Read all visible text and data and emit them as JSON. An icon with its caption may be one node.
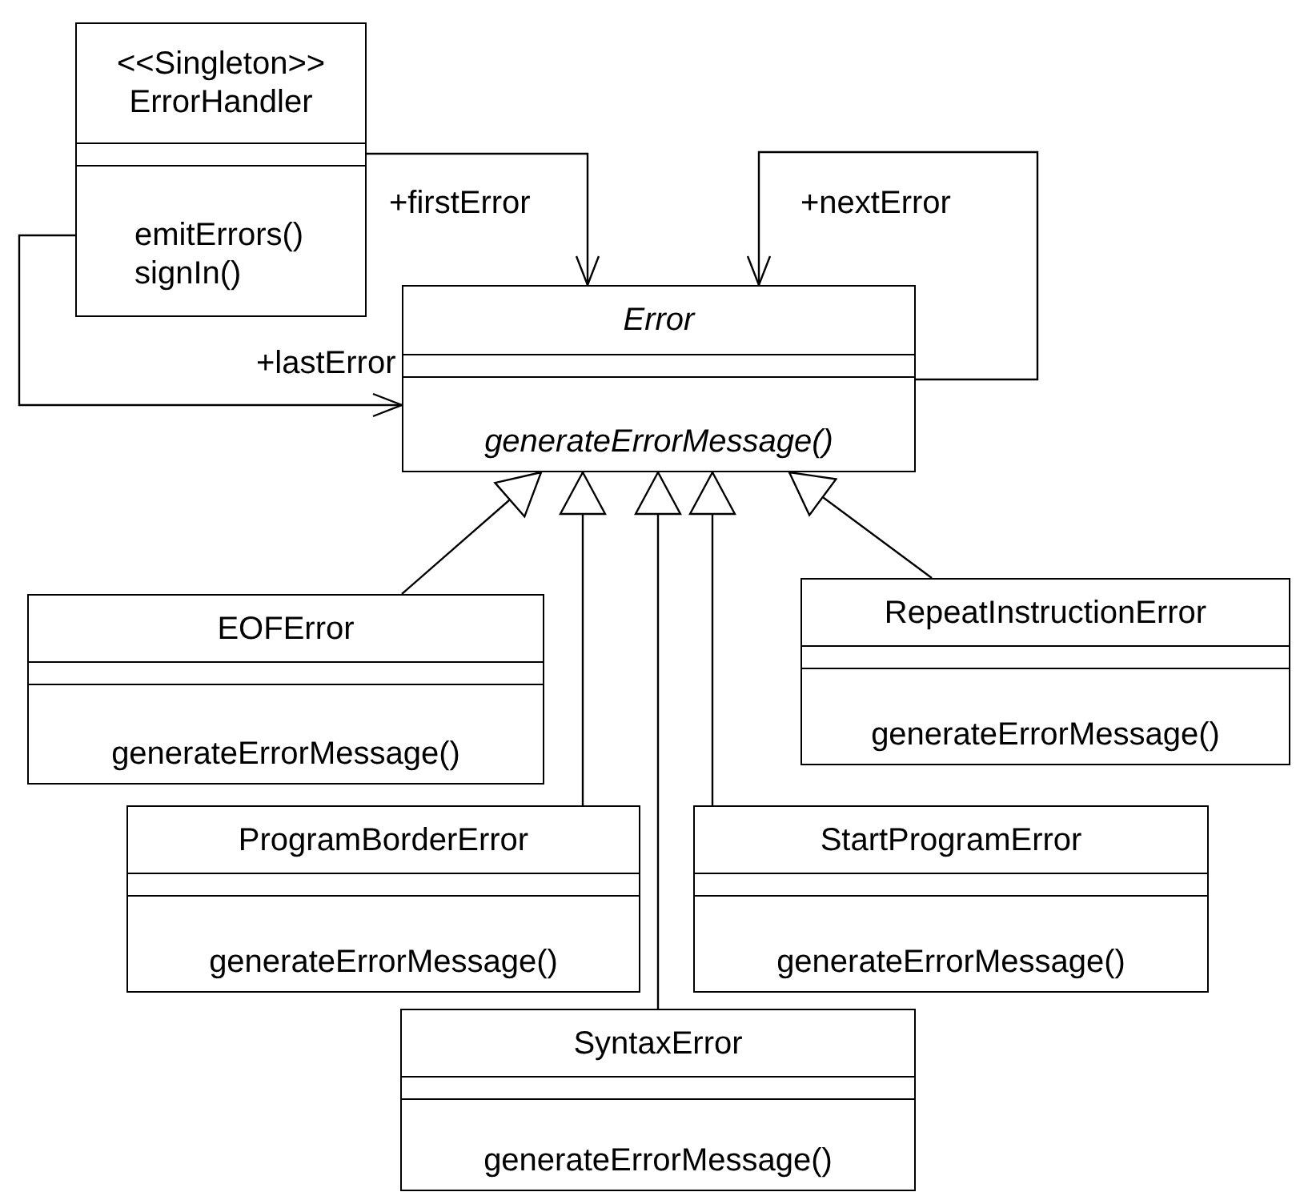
{
  "diagram": {
    "nodes": [
      {
        "text": [
          "<<Singleton>>",
          "ErrorHandler",
          "emitErrors()",
          "signIn()"
        ]
      },
      {
        "text": [
          "Error",
          "generateErrorMessage()"
        ]
      },
      {
        "text": [
          "EOFError",
          "generateErrorMessage()"
        ]
      },
      {
        "text": [
          "RepeatInstructionError",
          "generateErrorMessage()"
        ]
      },
      {
        "text": [
          "ProgramBorderError",
          "generateErrorMessage()"
        ]
      },
      {
        "text": [
          "StartProgramError",
          "generateErrorMessage()"
        ]
      },
      {
        "text": [
          "SyntaxError",
          "generateErrorMessage()"
        ]
      }
    ],
    "edges": [
      {
        "from": 0,
        "to": 1,
        "arrow": "to",
        "label": "+firstError"
      },
      {
        "from": 1,
        "to": 1,
        "arrow": "to",
        "label": "+nextError"
      },
      {
        "from": 0,
        "to": 1,
        "arrow": "to",
        "label": "+lastError"
      },
      {
        "from": 2,
        "to": 1,
        "arrow": "to"
      },
      {
        "from": 4,
        "to": 1,
        "arrow": "to"
      },
      {
        "from": 6,
        "to": 1,
        "arrow": "to"
      },
      {
        "from": 5,
        "to": 1,
        "arrow": "to"
      },
      {
        "from": 3,
        "to": 1,
        "arrow": "to"
      }
    ]
  }
}
